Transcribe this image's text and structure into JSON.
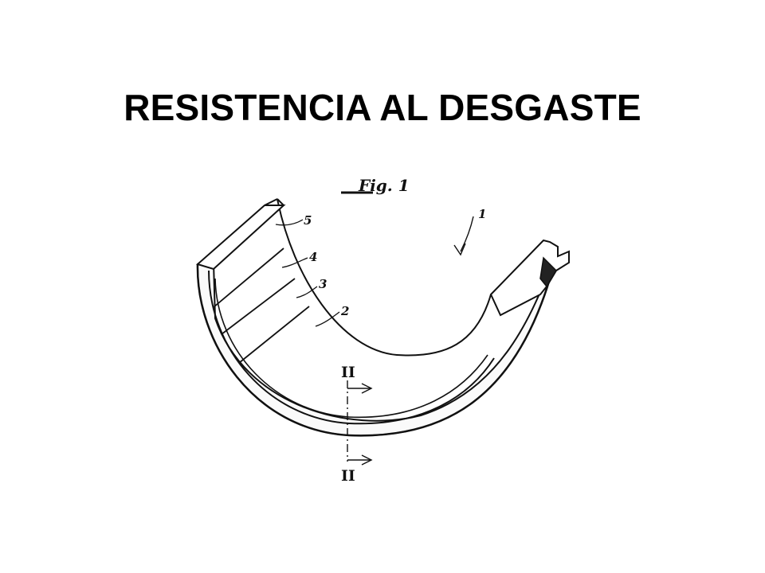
{
  "slide": {
    "title": "RESISTENCIA AL DESGASTE"
  },
  "figure": {
    "caption": "Fig. 1",
    "labels": {
      "part_1": "1",
      "part_2": "2",
      "part_3": "3",
      "part_4": "4",
      "part_5": "5"
    },
    "section_mark_top": "II",
    "section_mark_bottom": "II"
  },
  "colors": {
    "background": "#ffffff",
    "ink": "#111111"
  }
}
